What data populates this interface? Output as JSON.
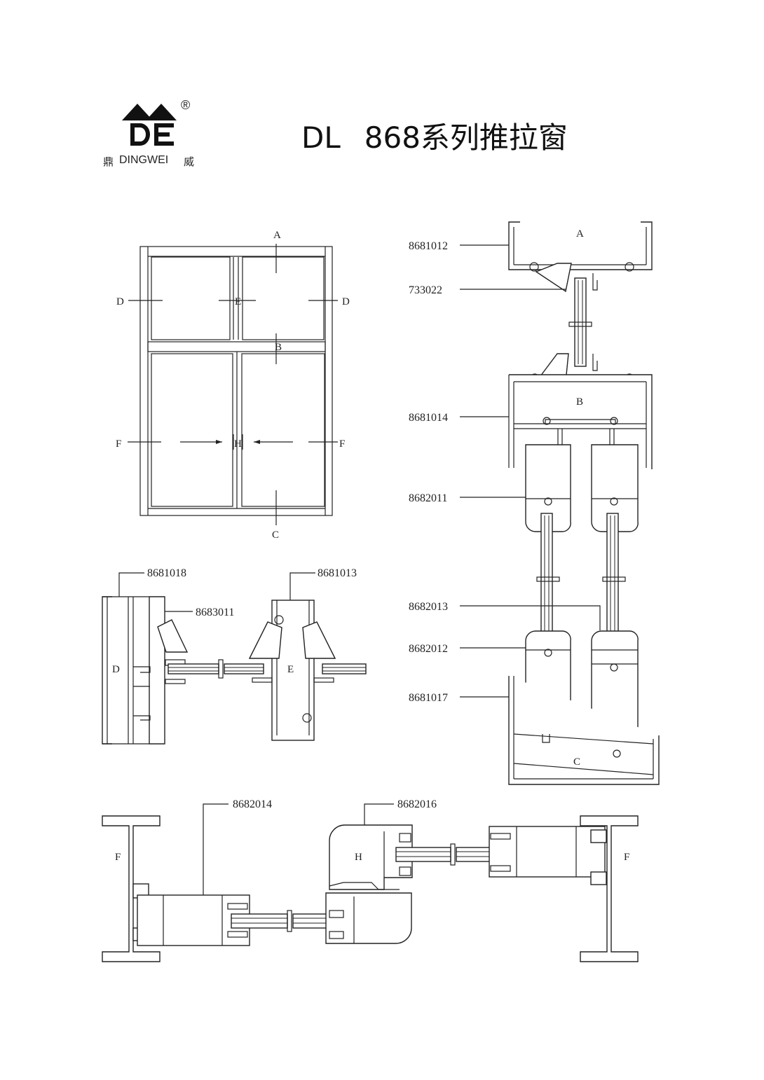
{
  "brand": {
    "logo_mark": "DE",
    "registered": "®",
    "left_char": "鼎",
    "name": "DINGWEI",
    "right_char": "威"
  },
  "title": {
    "prefix": "DL",
    "text": "868系列推拉窗"
  },
  "elevation": {
    "labels": {
      "A": "A",
      "B": "B",
      "C": "C",
      "D_left": "D",
      "D_right": "D",
      "E": "E",
      "F_left": "F",
      "F_right": "F",
      "H": "H"
    }
  },
  "sections": {
    "vertical": {
      "labels": {
        "A": "A",
        "B": "B",
        "C": "C"
      },
      "codes": [
        "8681012",
        "733022",
        "8681014",
        "8682011",
        "8682013",
        "8682012",
        "8681017"
      ]
    },
    "de": {
      "labels": {
        "D": "D",
        "E": "E"
      },
      "codes": [
        "8681018",
        "8683011",
        "8681013"
      ]
    },
    "fhf": {
      "labels": {
        "F_left": "F",
        "H": "H",
        "F_right": "F"
      },
      "codes": [
        "8682014",
        "8682016"
      ]
    }
  }
}
